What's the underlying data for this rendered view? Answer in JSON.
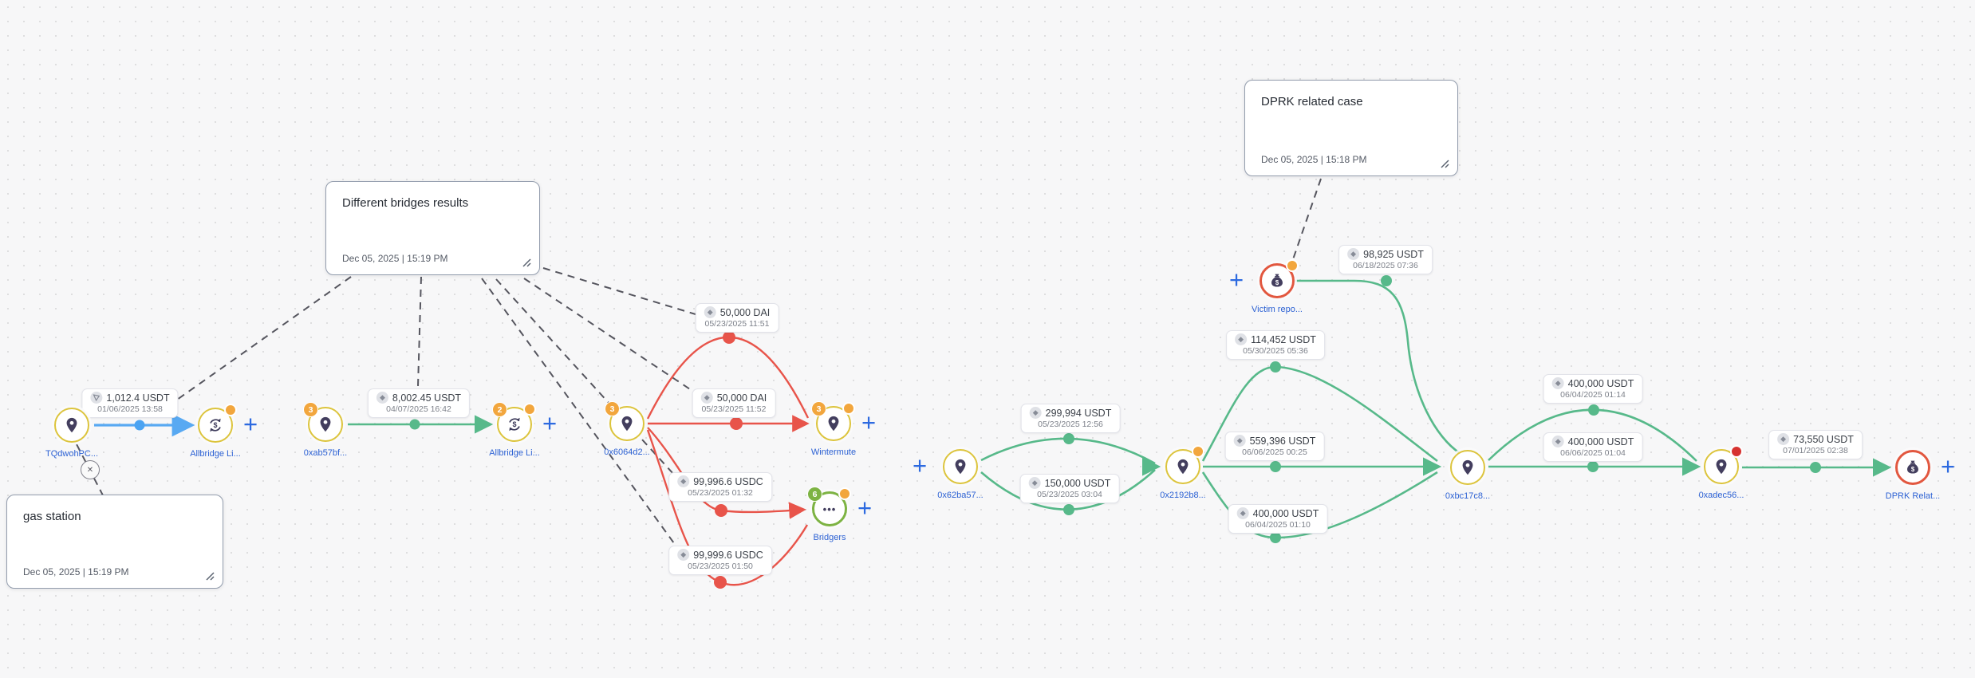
{
  "ui": {
    "plus": "+",
    "close": "✕"
  },
  "palette": {
    "canvas_bg": "#f7f7f8",
    "edge_blue": "#58a9f2",
    "edge_green": "#57b98a",
    "edge_red": "#e8544a",
    "node_border_yellow": "#dcc43c",
    "node_border_green": "#7db343",
    "node_border_red": "#e2573f",
    "badge_orange": "#f2a63d",
    "status_dot_orange": "#f2a63d",
    "status_dot_red": "#d63230",
    "node_label_blue": "#2d62d4",
    "plus_blue": "#2d6ae0"
  },
  "notes": [
    {
      "title": "Different bridges results",
      "timestamp": "Dec 05, 2025 | 15:19 PM"
    },
    {
      "title": "gas station",
      "timestamp": "Dec 05, 2025 | 15:19 PM"
    },
    {
      "title": "DPRK related case",
      "timestamp": "Dec 05, 2025 | 15:18 PM"
    }
  ],
  "nodes": [
    {
      "label": "TQdwohPC...",
      "type": "address",
      "icon": "pin-icon"
    },
    {
      "label": "Allbridge Li...",
      "type": "bridge",
      "icon": "exchange-icon",
      "status_dot": "orange"
    },
    {
      "label": "0xab57bf...",
      "type": "address",
      "icon": "pin-icon",
      "badge": "3"
    },
    {
      "label": "Allbridge Li...",
      "type": "bridge",
      "icon": "exchange-icon",
      "badge": "2",
      "status_dot": "orange"
    },
    {
      "label": "0x6064d2...",
      "type": "address",
      "icon": "pin-icon",
      "badge": "3"
    },
    {
      "label": "Wintermute",
      "type": "address",
      "icon": "pin-icon",
      "badge": "3",
      "status_dot": "orange"
    },
    {
      "label": "Bridgers",
      "type": "bridge",
      "icon": "dots-icon",
      "badge": "6",
      "status_dot": "orange"
    },
    {
      "label": "Victim repo...",
      "type": "victim",
      "icon": "moneybag-icon",
      "status_dot": "orange"
    },
    {
      "label": "0x62ba57...",
      "type": "address",
      "icon": "pin-icon"
    },
    {
      "label": "0x2192b8...",
      "type": "address",
      "icon": "pin-icon",
      "status_dot": "orange"
    },
    {
      "label": "0xbc17c8...",
      "type": "address",
      "icon": "pin-icon"
    },
    {
      "label": "0xadec56...",
      "type": "address",
      "icon": "pin-icon",
      "status_dot": "red"
    },
    {
      "label": "DPRK Relat...",
      "type": "victim",
      "icon": "moneybag-icon"
    }
  ],
  "edge_labels": [
    {
      "icon": "tron-icon",
      "amount": "1,012.4 USDT",
      "date": "01/06/2025 13:58"
    },
    {
      "icon": "eth-icon",
      "amount": "8,002.45 USDT",
      "date": "04/07/2025 16:42"
    },
    {
      "icon": "eth-icon",
      "amount": "50,000 DAI",
      "date": "05/23/2025 11:51"
    },
    {
      "icon": "eth-icon",
      "amount": "50,000 DAI",
      "date": "05/23/2025 11:52"
    },
    {
      "icon": "eth-icon",
      "amount": "99,996.6 USDC",
      "date": "05/23/2025 01:32"
    },
    {
      "icon": "eth-icon",
      "amount": "99,999.6 USDC",
      "date": "05/23/2025 01:50"
    },
    {
      "icon": "eth-icon",
      "amount": "98,925 USDT",
      "date": "06/18/2025 07:36"
    },
    {
      "icon": "eth-icon",
      "amount": "299,994 USDT",
      "date": "05/23/2025 12:56"
    },
    {
      "icon": "eth-icon",
      "amount": "150,000 USDT",
      "date": "05/23/2025 03:04"
    },
    {
      "icon": "eth-icon",
      "amount": "114,452 USDT",
      "date": "05/30/2025 05:36"
    },
    {
      "icon": "eth-icon",
      "amount": "559,396 USDT",
      "date": "06/06/2025 00:25"
    },
    {
      "icon": "eth-icon",
      "amount": "400,000 USDT",
      "date": "06/04/2025 01:10"
    },
    {
      "icon": "eth-icon",
      "amount": "400,000 USDT",
      "date": "06/04/2025 01:14"
    },
    {
      "icon": "eth-icon",
      "amount": "400,000 USDT",
      "date": "06/06/2025 01:04"
    },
    {
      "icon": "eth-icon",
      "amount": "73,550 USDT",
      "date": "07/01/2025 02:38"
    }
  ]
}
